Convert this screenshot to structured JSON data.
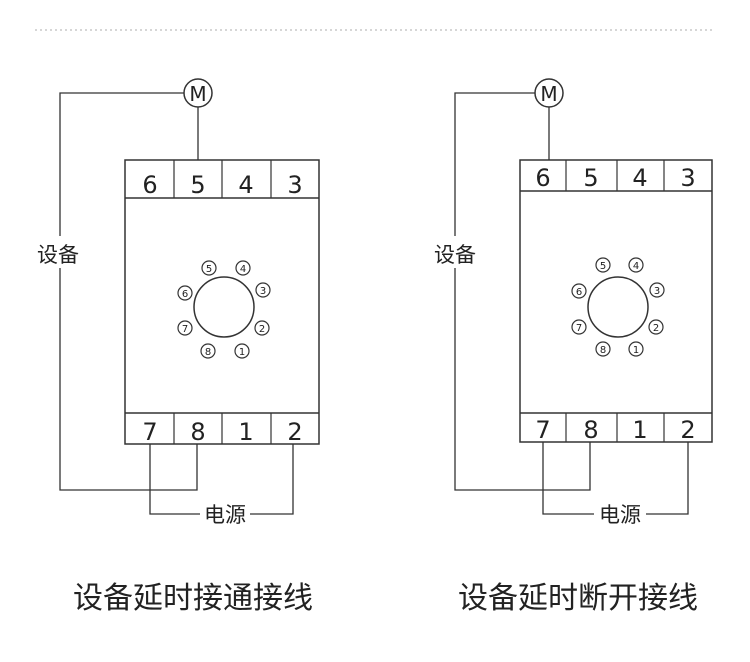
{
  "diagrams": [
    {
      "caption": "设备延时接通接线",
      "motor_label": "M",
      "device_label": "设备",
      "power_label": "电源",
      "top_terminals": [
        "6",
        "5",
        "4",
        "3"
      ],
      "bottom_terminals": [
        "7",
        "8",
        "1",
        "2"
      ],
      "pins": [
        "5",
        "4",
        "3",
        "2",
        "1",
        "8",
        "7",
        "6"
      ]
    },
    {
      "caption": "设备延时断开接线",
      "motor_label": "M",
      "device_label": "设备",
      "power_label": "电源",
      "top_terminals": [
        "6",
        "5",
        "4",
        "3"
      ],
      "bottom_terminals": [
        "7",
        "8",
        "1",
        "2"
      ],
      "pins": [
        "5",
        "4",
        "3",
        "2",
        "1",
        "8",
        "7",
        "6"
      ]
    }
  ],
  "colors": {
    "line": "#333333",
    "divider": "#c8c8c8",
    "background": "#ffffff"
  }
}
